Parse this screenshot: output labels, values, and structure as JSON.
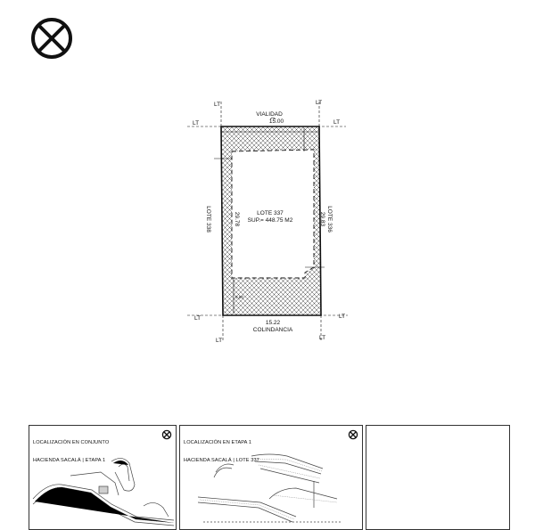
{
  "plan": {
    "street_label": "VIALIDAD",
    "street_width": "15.00",
    "lot_name": "LOTE 337",
    "lot_area": "SUP.= 448.75 M2",
    "left_side_length": "29.78",
    "right_side_length": "29.83",
    "left_neighbor": "LOTE 338",
    "right_neighbor": "LOTE 336",
    "rear_width": "15.22",
    "rear_label": "COLINDANCIA",
    "small_dim": "0.00",
    "lt_marker": "LT"
  },
  "panels": {
    "conjunto": {
      "title_line1": "LOCALIZACIÓN EN CONJUNTO",
      "title_line2": "HACIENDA SACALÁ | ETAPA 1"
    },
    "etapa": {
      "title_line1": "LOCALIZACIÓN EN ETAPA 1",
      "title_line2": "HACIENDA SACALÁ | LOTE 337"
    }
  }
}
